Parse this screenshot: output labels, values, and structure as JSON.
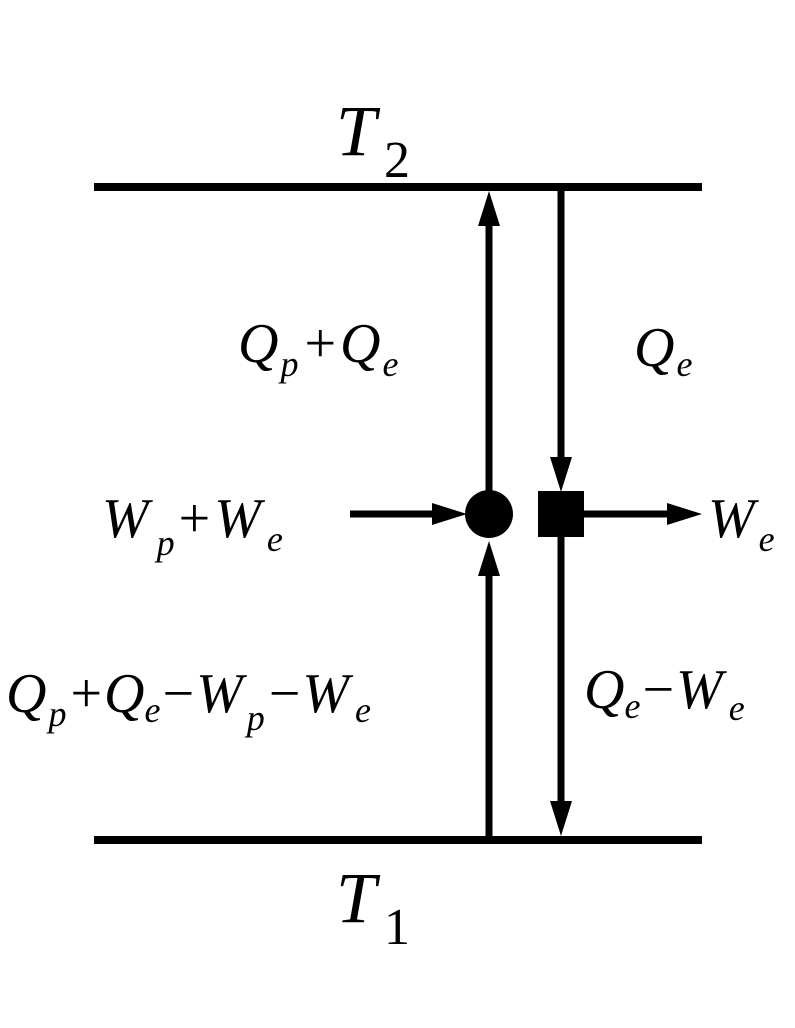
{
  "colors": {
    "ink": "#000000",
    "background": "#ffffff"
  },
  "reservoirs": {
    "hot": {
      "symbol": "T",
      "subscript": "2"
    },
    "cold": {
      "symbol": "T",
      "subscript": "1"
    }
  },
  "labels": {
    "q_p": "Q",
    "q_p_sub": "p",
    "plus": "+",
    "minus": "−",
    "q_e": "Q",
    "q_e_sub": "e",
    "w_p": "W",
    "w_p_sub": "p",
    "w_e": "W",
    "w_e_sub": "e"
  },
  "nodes": {
    "heat_pump": {
      "shape": "circle"
    },
    "heat_engine": {
      "shape": "square"
    }
  }
}
